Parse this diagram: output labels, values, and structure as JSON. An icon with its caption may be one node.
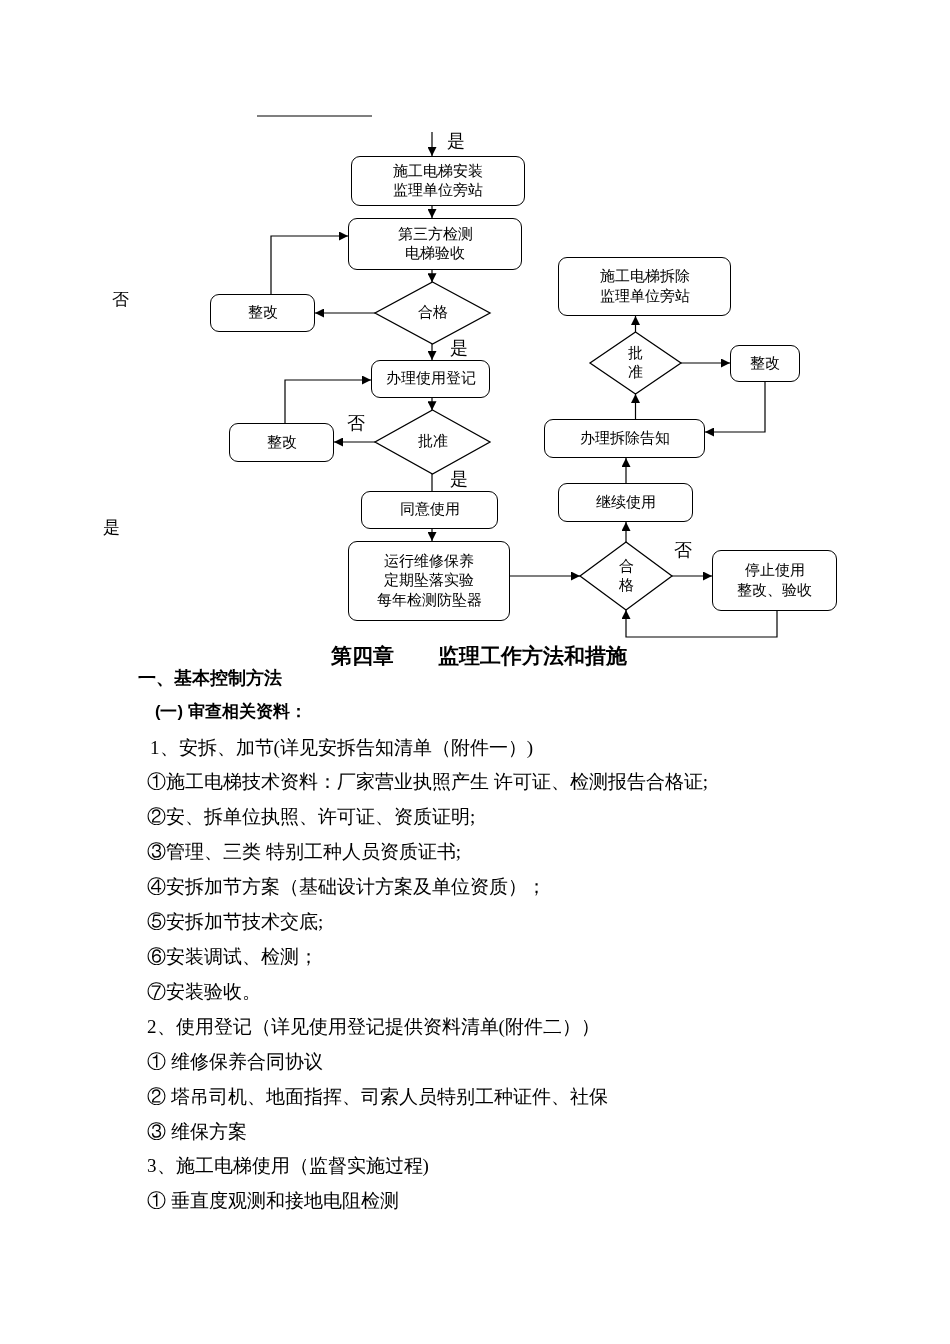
{
  "diagram": {
    "nodes": [
      {
        "text": [
          "施工电梯安装监理单位旁站"
        ]
      },
      {
        "text": [
          "第三方检测电梯验收"
        ]
      },
      {
        "text": [
          "整改"
        ]
      },
      {
        "text": [
          "合格"
        ]
      },
      {
        "text": [
          "办理使用登记"
        ]
      },
      {
        "text": [
          "整改"
        ]
      },
      {
        "text": [
          "批准"
        ]
      },
      {
        "text": [
          "同意使用"
        ]
      },
      {
        "text": [
          "运行维修保养定期坠落实验每年检测防坠器"
        ]
      },
      {
        "text": [
          "合格"
        ]
      },
      {
        "text": [
          "停止使用整改、验收"
        ]
      },
      {
        "text": [
          "继续使用"
        ]
      },
      {
        "text": [
          "办理拆除告知"
        ]
      },
      {
        "text": [
          "施工电梯拆除监理单位旁站"
        ]
      },
      {
        "text": [
          "批准"
        ]
      },
      {
        "text": [
          "整改"
        ]
      }
    ],
    "edges": [
      {
        "from": null,
        "to": 0,
        "arrow": "to",
        "label": "是"
      },
      {
        "from": 0,
        "to": 1,
        "arrow": "to"
      },
      {
        "from": 1,
        "to": 3,
        "arrow": "to"
      },
      {
        "from": 3,
        "to": 2,
        "arrow": "to"
      },
      {
        "from": 2,
        "to": 1,
        "arrow": "to"
      },
      {
        "from": 3,
        "to": 4,
        "arrow": "to",
        "label": "是"
      },
      {
        "from": 4,
        "to": 6,
        "arrow": "to"
      },
      {
        "from": 6,
        "to": 5,
        "arrow": "to",
        "label": "否"
      },
      {
        "from": 5,
        "to": 4,
        "arrow": "to"
      },
      {
        "from": 6,
        "to": 7,
        "arrow": "none",
        "label": "是"
      },
      {
        "from": 7,
        "to": 8,
        "arrow": "to"
      },
      {
        "from": 8,
        "to": 9,
        "arrow": "to"
      },
      {
        "from": 9,
        "to": 10,
        "arrow": "to",
        "label": "否"
      },
      {
        "from": 10,
        "to": 9,
        "arrow": "to"
      },
      {
        "from": 9,
        "to": 11,
        "arrow": "to"
      },
      {
        "from": 11,
        "to": 12,
        "arrow": "to"
      },
      {
        "from": 12,
        "to": 14,
        "arrow": "to"
      },
      {
        "from": 14,
        "to": 13,
        "arrow": "to"
      },
      {
        "from": 14,
        "to": 15,
        "arrow": "to"
      },
      {
        "from": 15,
        "to": 12,
        "arrow": "to"
      }
    ],
    "labels": [
      "否",
      "是",
      "第四章 监理工作方法和措施",
      "一、基本控制方法",
      "(一) 审查相关资料：",
      "1、安拆、加节(详见安拆告知清单（附件一）)",
      "①施工电梯技术资料：厂家营业执照产生 许可证、检测报告合格证;",
      "②安、拆单位执照、许可证、资质证明;",
      "③管理、三类 特别工种人员资质证书;",
      "④安拆加节方案（基础设计方案及单位资质）；",
      "⑤安拆加节技术交底;",
      "⑥安装调试、检测；",
      "⑦安装验收。",
      "2、使用登记（详见使用登记提供资料清单(附件二））",
      "① 维修保养合同协议",
      "② 塔吊司机、地面指挥、司索人员特别工种证件、社保",
      "③ 维保方案",
      "3、施工电梯使用（监督实施过程)",
      "① 垂直度观测和接地电阻检测"
    ]
  }
}
